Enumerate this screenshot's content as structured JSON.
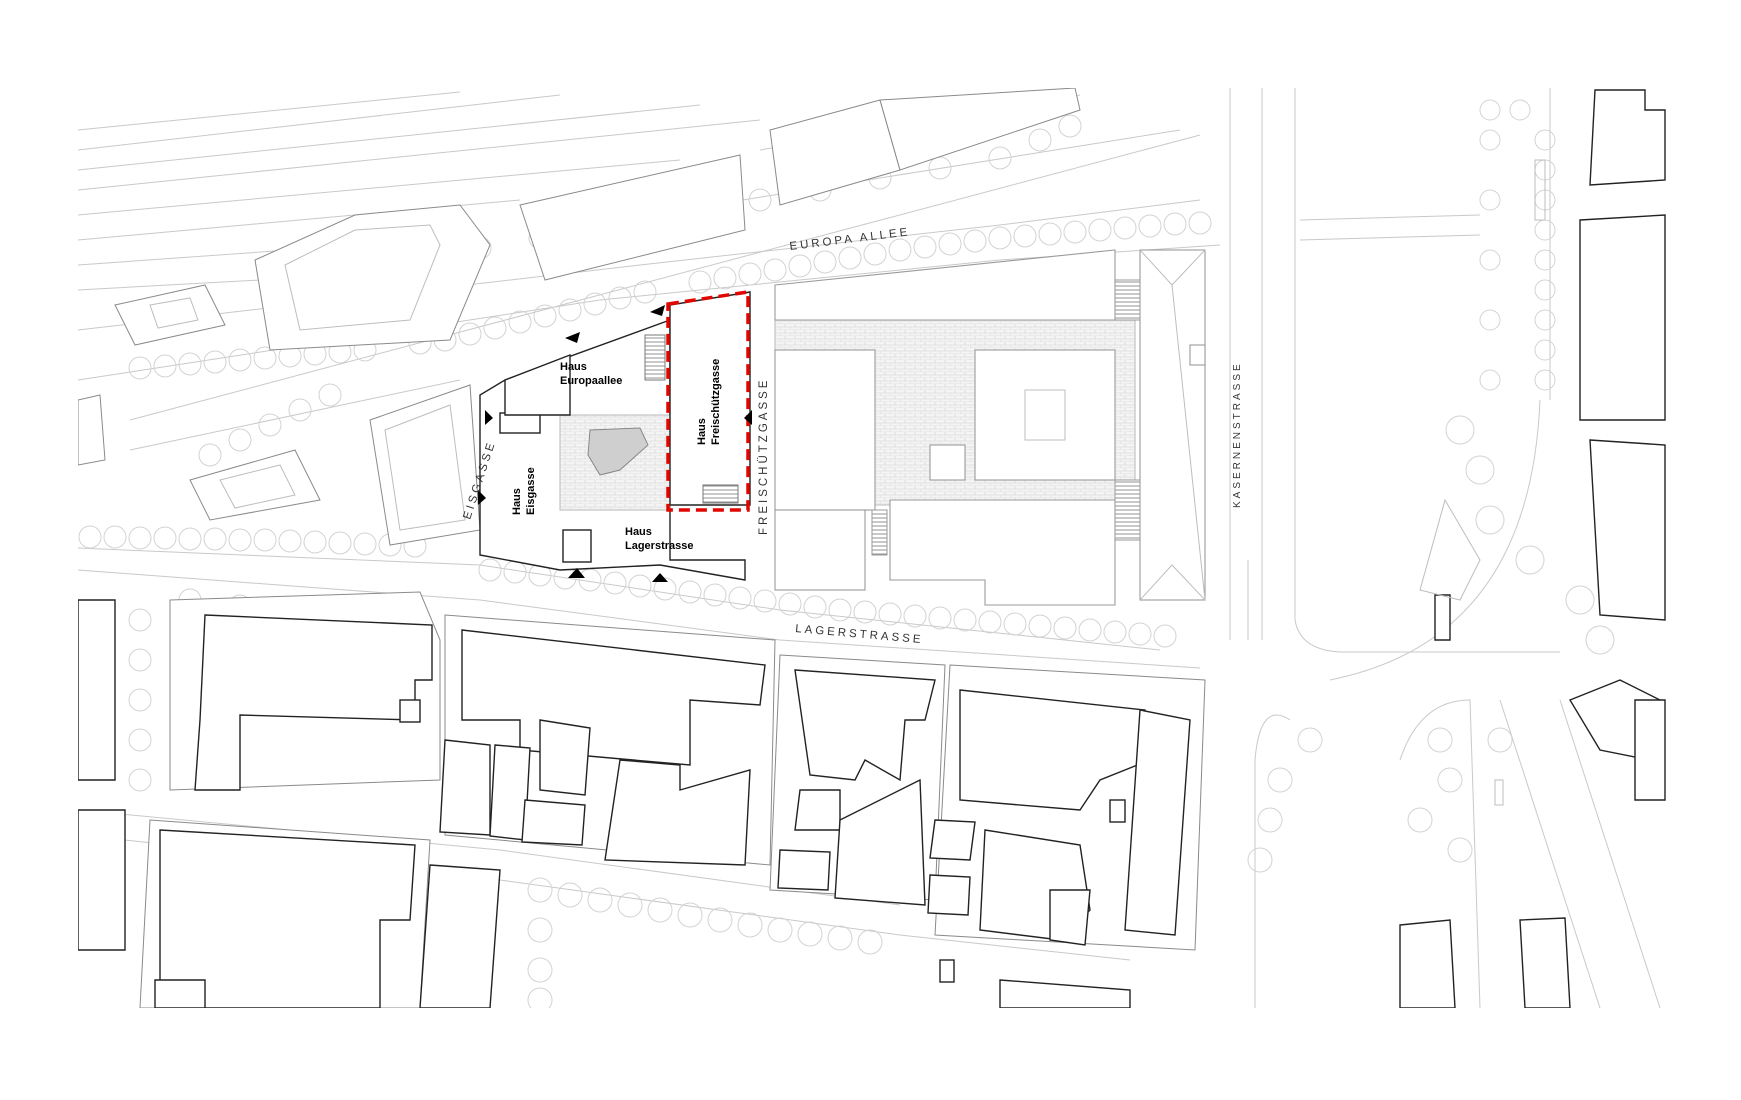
{
  "streets": {
    "europa_allee": "EUROPA ALLEE",
    "eisgasse": "EISGASSE",
    "freischuetzgasse": "FREISCHÜTZGASSE",
    "kasernenstrasse": "KASERNENSTRASSE",
    "lagerstrasse": "LAGERSTRASSE"
  },
  "buildings": {
    "europaallee": [
      "Haus",
      "Europaallee"
    ],
    "freischuetzgasse": [
      "Haus",
      "Freischützgasse"
    ],
    "eisgasse": [
      "Haus",
      "Eisgasse"
    ],
    "lagerstrasse": [
      "Haus",
      "Lagerstrasse"
    ]
  },
  "highlight_color": "#e10600",
  "icons": [
    "entrance-arrow-icon"
  ]
}
